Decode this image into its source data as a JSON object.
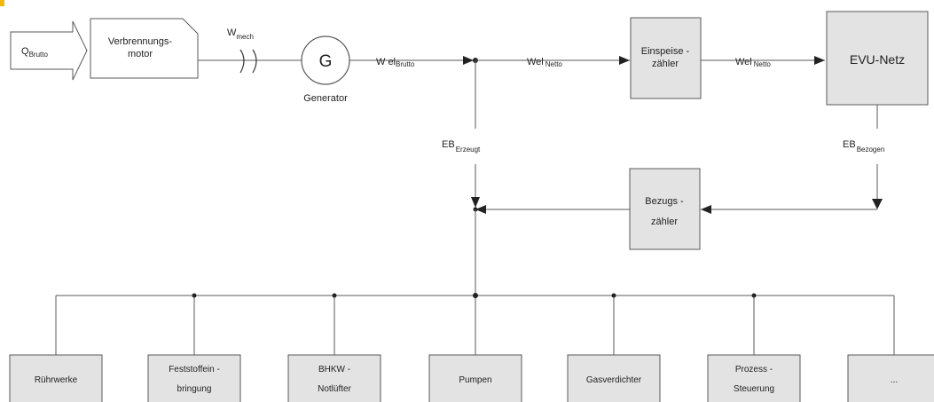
{
  "colors": {
    "accent": "#f5b800",
    "box_fill": "#e3e3e3",
    "line": "#5a5a5a"
  },
  "input": {
    "main": "Q",
    "sub": "Brutto"
  },
  "engine": {
    "line1": "Verbrennungs-",
    "line2": "motor"
  },
  "mech": {
    "main": "W",
    "sub": "mech"
  },
  "generator": {
    "symbol": "G",
    "label": "Generator"
  },
  "w_brutto": {
    "main": "W el",
    "sub": "Brutto"
  },
  "w_netto_1": {
    "main": "Wel",
    "sub": "Netto"
  },
  "feed_meter": {
    "line1": "Einspeise -",
    "line2": "zähler"
  },
  "w_netto_2": {
    "main": "Wel",
    "sub": "Netto"
  },
  "grid": {
    "label": "EVU-Netz"
  },
  "eb_generated": {
    "main": "EB",
    "sub": "Erzeugt"
  },
  "eb_drawn": {
    "main": "EB",
    "sub": "Bezogen"
  },
  "draw_meter": {
    "line1": "Bezugs -",
    "line2": "zähler"
  },
  "consumers": [
    {
      "line1": "Rührwerke",
      "line2": ""
    },
    {
      "line1": "Feststoffein -",
      "line2": "bringung"
    },
    {
      "line1": "BHKW -",
      "line2": "Notlüfter"
    },
    {
      "line1": "Pumpen",
      "line2": ""
    },
    {
      "line1": "Gasverdichter",
      "line2": ""
    },
    {
      "line1": "Prozess -",
      "line2": "Steuerung"
    },
    {
      "line1": "...",
      "line2": ""
    }
  ]
}
